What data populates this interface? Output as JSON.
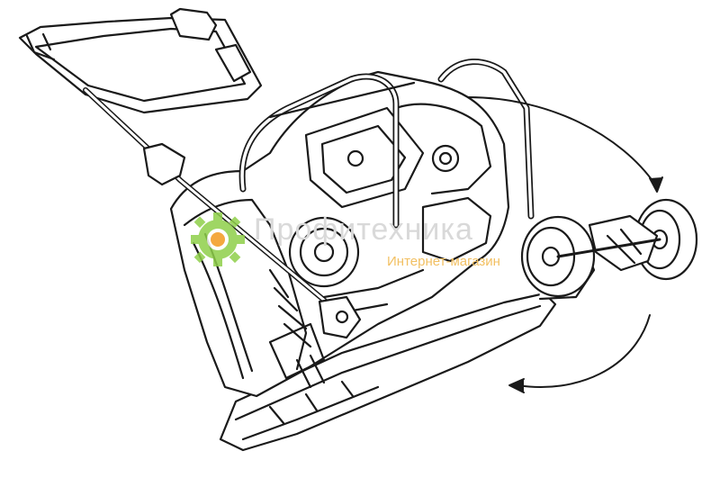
{
  "image": {
    "subject": "plate-compactor-line-drawing",
    "stroke_color": "#1a1a1a",
    "fill_color": "#ffffff"
  },
  "watermark": {
    "title": "Профитехника",
    "subtitle": "Интернет-магазин",
    "title_color": "#d9d9d9",
    "subtitle_color": "#f2c063",
    "gear_color": "#8fcf4a",
    "gear_inner_color": "#f39a1e"
  },
  "annotations": {
    "rotation_arrows": 2
  }
}
